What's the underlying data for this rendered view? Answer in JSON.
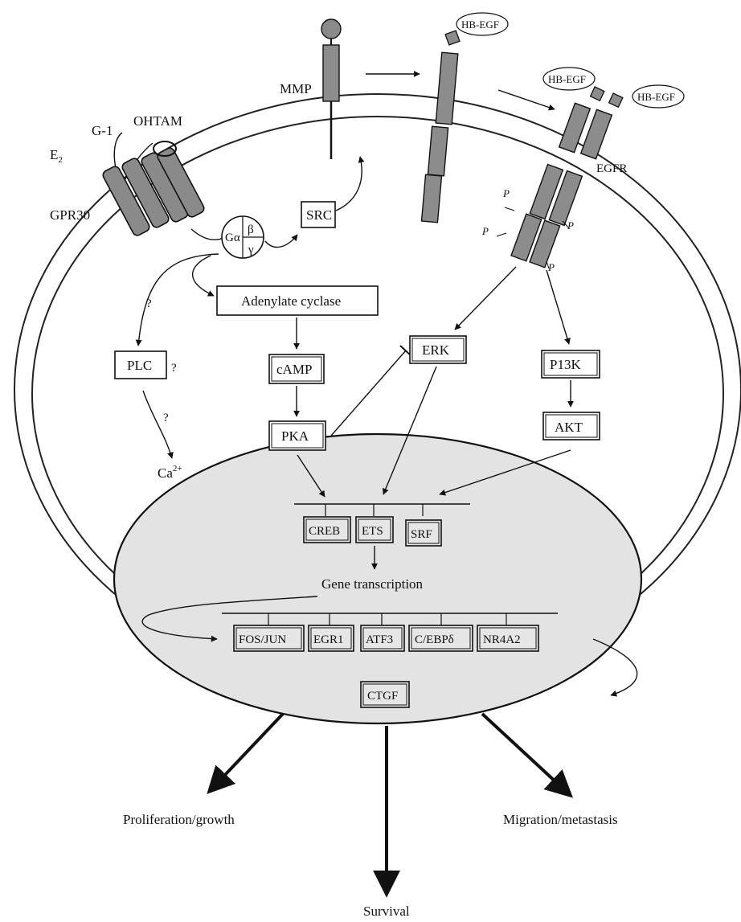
{
  "membrane": {
    "mmp": "MMP",
    "hb_egf": "HB-EGF",
    "egfr": "EGFR",
    "p": "P"
  },
  "receptor": {
    "g1": "G-1",
    "ohtam": "OHTAM",
    "e2_base": "E",
    "e2_sub": "2",
    "gpr30": "GPR30",
    "galpha": "Gα",
    "beta": "β",
    "gamma": "γ"
  },
  "cytoplasm": {
    "src": "SRC",
    "adenylate_cyclase": "Adenylate cyclase",
    "question": "?",
    "plc": "PLC",
    "camp": "cAMP",
    "pka": "PKA",
    "ca_base": "Ca",
    "ca_sup": "2+",
    "erk": "ERK",
    "pi3k": "P13K",
    "akt": "AKT"
  },
  "nucleus": {
    "tfs": [
      "CREB",
      "ETS",
      "SRF"
    ],
    "gene_transcription": "Gene transcription",
    "genes": [
      "FOS/JUN",
      "EGR1",
      "ATF3",
      "C/EBPδ",
      "NR4A2"
    ],
    "ctgf": "CTGF"
  },
  "outcomes": {
    "proliferation": "Proliferation/growth",
    "survival": "Survival",
    "migration": "Migration/metastasis"
  }
}
